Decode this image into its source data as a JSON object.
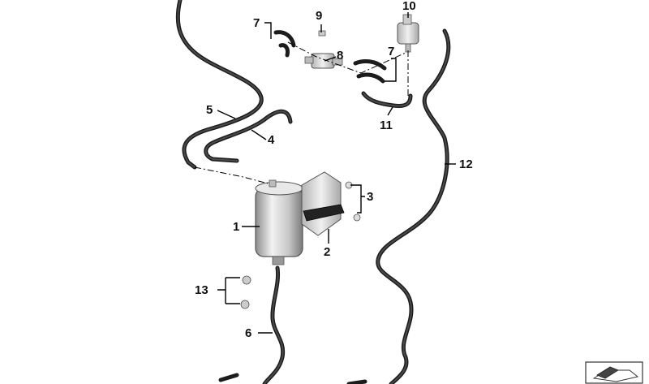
{
  "diagram": {
    "callouts": [
      {
        "id": "1",
        "label": "1"
      },
      {
        "id": "2",
        "label": "2"
      },
      {
        "id": "3",
        "label": "3"
      },
      {
        "id": "4",
        "label": "4"
      },
      {
        "id": "5",
        "label": "5"
      },
      {
        "id": "6",
        "label": "6"
      },
      {
        "id": "7a",
        "label": "7"
      },
      {
        "id": "7b",
        "label": "7"
      },
      {
        "id": "8",
        "label": "8"
      },
      {
        "id": "9",
        "label": "9"
      },
      {
        "id": "10",
        "label": "10"
      },
      {
        "id": "11",
        "label": "11"
      },
      {
        "id": "12",
        "label": "12"
      },
      {
        "id": "13",
        "label": "13"
      }
    ],
    "colors": {
      "hose": "#1c1c1c",
      "canister_light": "#e6e6e6",
      "canister_dark": "#9a9a9a",
      "bracket": "#cfcfcf",
      "strap": "#222222"
    }
  }
}
